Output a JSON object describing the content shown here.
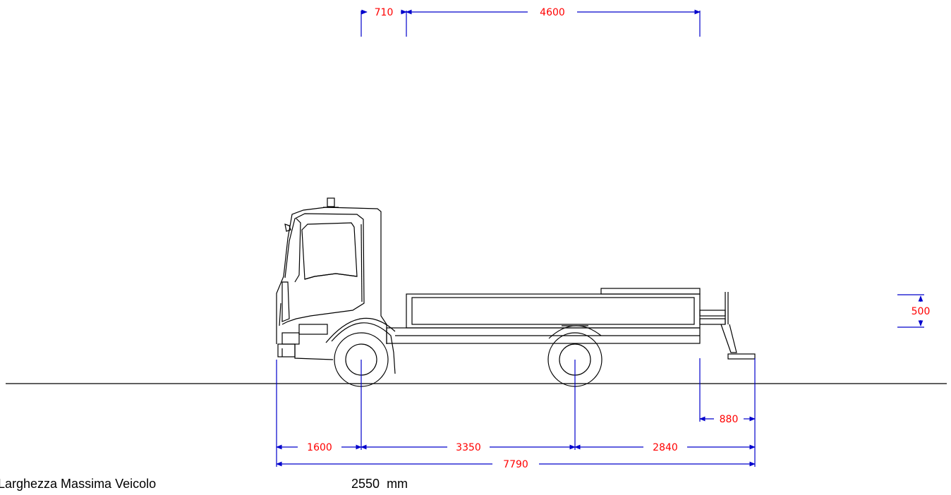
{
  "colors": {
    "line": "#000000",
    "dimension_line": "#0000cc",
    "dimension_text": "#ff0000",
    "background": "#ffffff"
  },
  "top_dimensions": {
    "crane_offset": "710",
    "crane_span": "4600"
  },
  "side_dimension": {
    "height": "500"
  },
  "bottom_dimensions": {
    "front_overhang": "1600",
    "wheelbase": "3350",
    "rear_overhang": "2840",
    "rear_extension": "880",
    "total_length": "7790"
  },
  "spec": {
    "label": "Larghezza Massima Veicolo",
    "value": "2550",
    "unit": "mm"
  }
}
